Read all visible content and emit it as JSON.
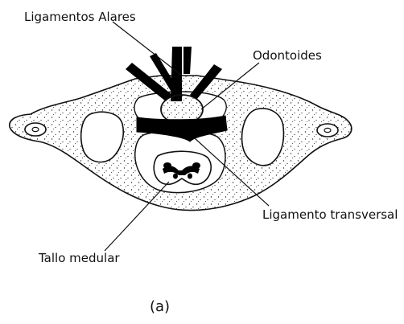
{
  "labels": {
    "alar_ligaments": "Ligamentos Alares",
    "odontoid": "Odontoides",
    "transverse_ligament": "Ligamento transversal",
    "spinal_cord": "Tallo medular"
  },
  "caption": "(a)",
  "colors": {
    "ink": "#111111",
    "paper": "#ffffff"
  }
}
